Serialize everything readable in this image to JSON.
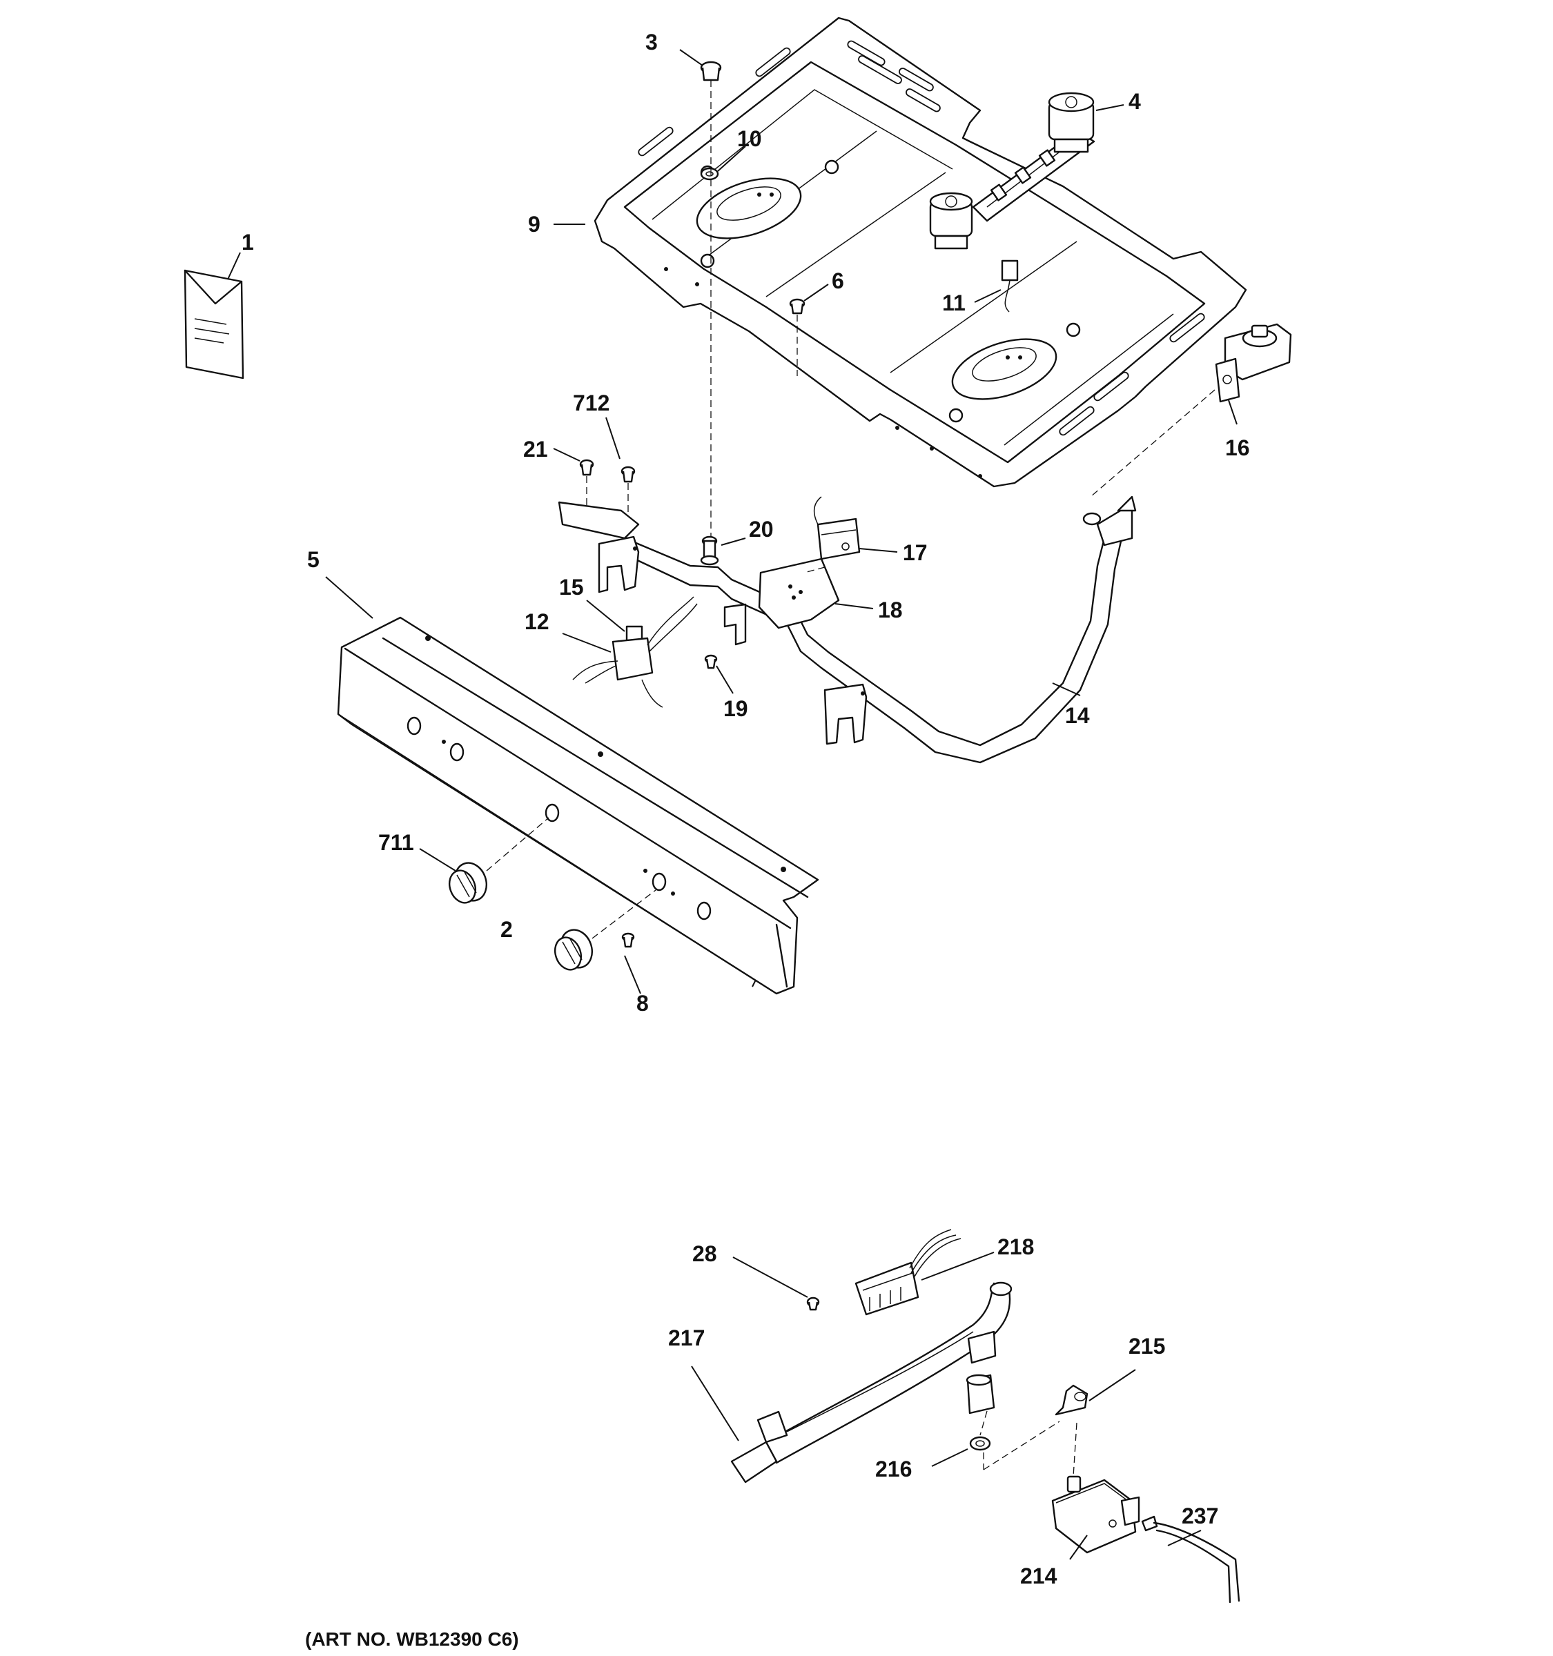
{
  "callouts": {
    "c1": "1",
    "c2": "2",
    "c3": "3",
    "c4": "4",
    "c5": "5",
    "c6": "6",
    "c8": "8",
    "c9": "9",
    "c10": "10",
    "c11": "11",
    "c12": "12",
    "c14": "14",
    "c15": "15",
    "c16": "16",
    "c17": "17",
    "c18": "18",
    "c19": "19",
    "c20": "20",
    "c21": "21",
    "c28": "28",
    "c214": "214",
    "c215": "215",
    "c216": "216",
    "c217": "217",
    "c218": "218",
    "c237": "237",
    "c711": "711",
    "c712": "712"
  },
  "art_number": "(ART NO. WB12390 C6)"
}
